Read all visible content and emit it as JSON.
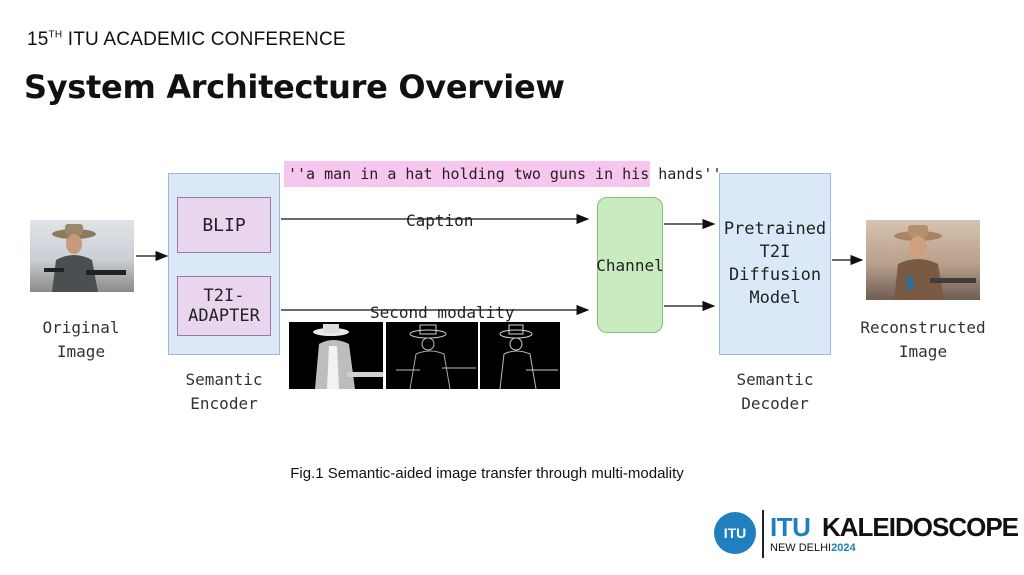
{
  "header": {
    "conference_num": "15",
    "conference_sup": "TH",
    "conference_rest": " ITU ACADEMIC CONFERENCE",
    "title": "System Architecture Overview"
  },
  "diagram": {
    "caption_text": "''a man in a hat holding two guns in his hands''",
    "boxes": {
      "blip": "BLIP",
      "t2i_line1": "T2I-",
      "t2i_line2": "ADAPTER",
      "channel": "Channel",
      "decoder_line1": "Pretrained",
      "decoder_line2": "T2I Diffusion",
      "decoder_line3": "Model"
    },
    "labels": {
      "original_line1": "Original",
      "original_line2": "Image",
      "encoder_line1": "Semantic",
      "encoder_line2": "Encoder",
      "decoder_line1": "Semantic",
      "decoder_line2": "Decoder",
      "reconstructed_line1": "Reconstructed",
      "reconstructed_line2": "Image"
    },
    "edges": {
      "caption": "Caption",
      "second_modality": "Second modality"
    }
  },
  "figure_caption": "Fig.1 Semantic-aided image transfer through multi-modality",
  "logo": {
    "globe": "ITU",
    "itu": "ITU",
    "kaleidoscope": "KALEIDOSCOPE",
    "city": "NEW DELHI",
    "year": "2024"
  },
  "colors": {
    "encoder_fill": "#dbe8f8",
    "module_fill": "#e9d6ee",
    "channel_fill": "#c8ecc0",
    "caption_highlight": "#f6c6ee",
    "itu_blue": "#1f7fc1"
  }
}
